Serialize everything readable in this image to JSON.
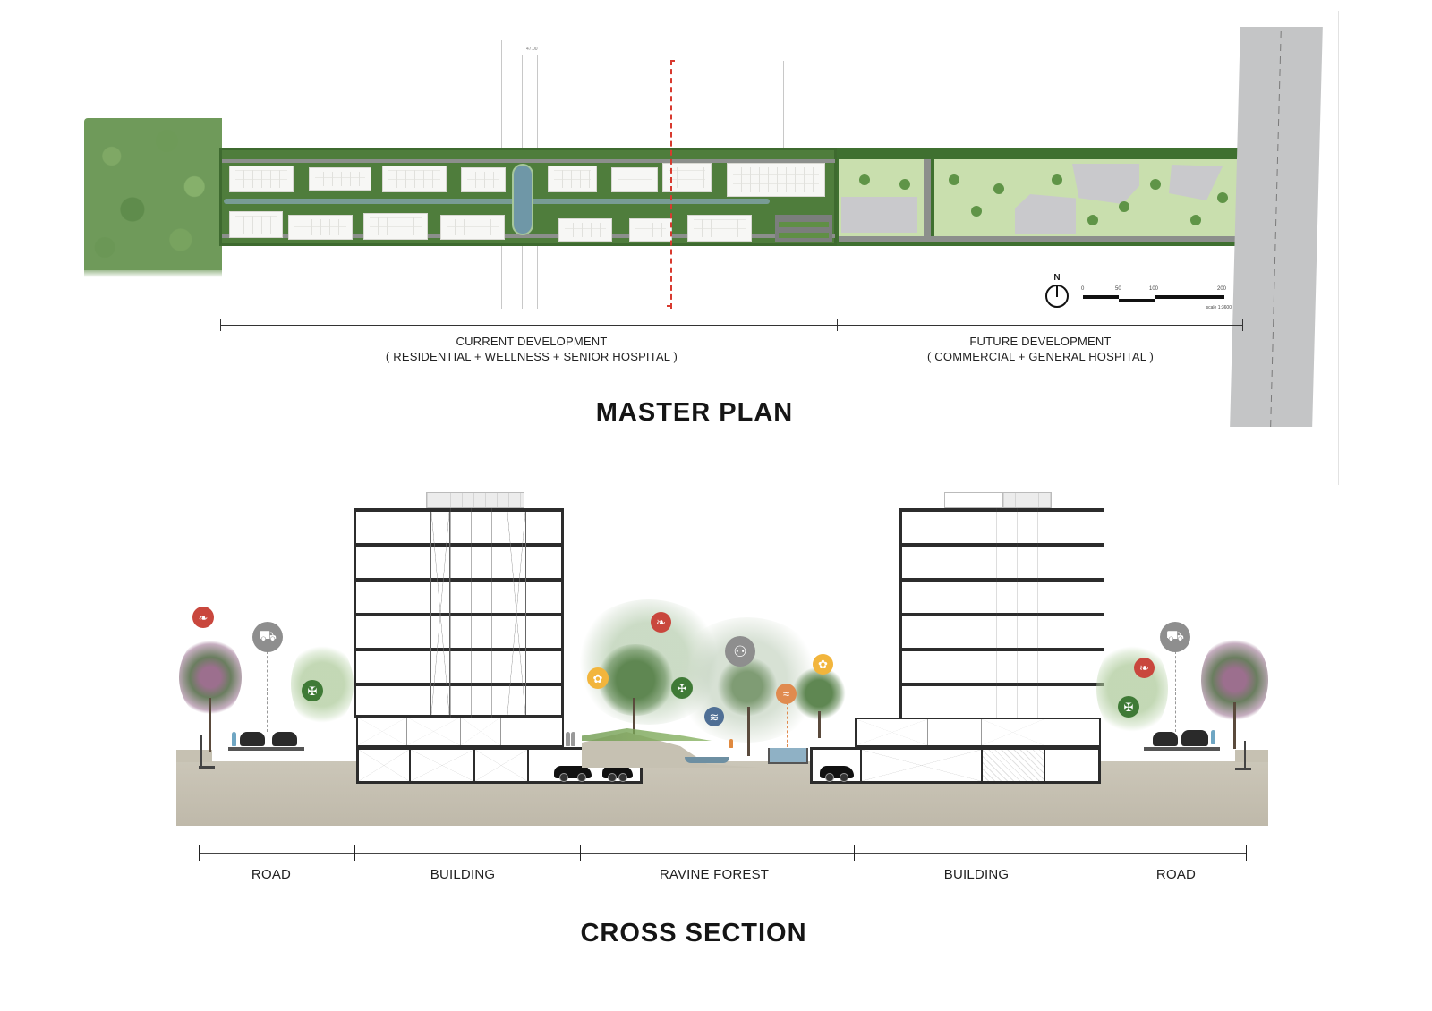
{
  "master_plan": {
    "title": "MASTER PLAN",
    "dimension_label": "47.00",
    "current_development": {
      "label_line1": "CURRENT DEVELOPMENT",
      "label_line2": "( RESIDENTIAL + WELLNESS + SENIOR HOSPITAL )"
    },
    "future_development": {
      "label_line1": "FUTURE DEVELOPMENT",
      "label_line2": "( COMMERCIAL + GENERAL HOSPITAL )"
    },
    "north_arrow": {
      "label": "N"
    },
    "scale_bar": {
      "ticks": [
        "0",
        "50",
        "100",
        "200"
      ],
      "note": "scale 1:3600"
    },
    "section_cut_color": "#d83a2f"
  },
  "cross_section": {
    "title": "CROSS SECTION",
    "segments": [
      {
        "label": "ROAD"
      },
      {
        "label": "BUILDING"
      },
      {
        "label": "RAVINE FOREST"
      },
      {
        "label": "BUILDING"
      },
      {
        "label": "ROAD"
      }
    ],
    "icons": [
      {
        "name": "bird",
        "color": "#c9473d",
        "glyph": "❧"
      },
      {
        "name": "car",
        "color": "#8e8e8e",
        "glyph": "⛟"
      },
      {
        "name": "dragonfly",
        "color": "#3f7a36",
        "glyph": "✠"
      },
      {
        "name": "squirrel",
        "color": "#f2b53c",
        "glyph": "✿"
      },
      {
        "name": "fish",
        "color": "#4f6f95",
        "glyph": "≋"
      },
      {
        "name": "pedestrian",
        "color": "#8e8e8e",
        "glyph": "⚇"
      },
      {
        "name": "swimmer",
        "color": "#e08b4f",
        "glyph": "≈"
      }
    ]
  }
}
